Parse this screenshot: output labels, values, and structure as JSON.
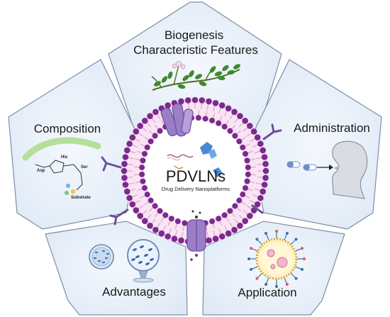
{
  "sections": {
    "top": "Biogenesis\nCharacteristic Features",
    "left": "Composition",
    "right": "Administration",
    "bottom_left": "Advantages",
    "bottom_right": "Application"
  },
  "center": {
    "title": "PDVLNs",
    "subtitle": "Drug Delivery Nanoplatforms"
  },
  "enzyme": {
    "his": "His",
    "ser": "Ser",
    "asp": "Asp",
    "substrate": "Substrate"
  },
  "colors": {
    "panel_fill": "#e4eef8",
    "panel_stroke": "#7d8fa6",
    "membrane_head": "#7b2a8e",
    "membrane_tail": "#e7a9d8",
    "protein": "#9a7ec7",
    "leaf": "#3f8a2e"
  }
}
